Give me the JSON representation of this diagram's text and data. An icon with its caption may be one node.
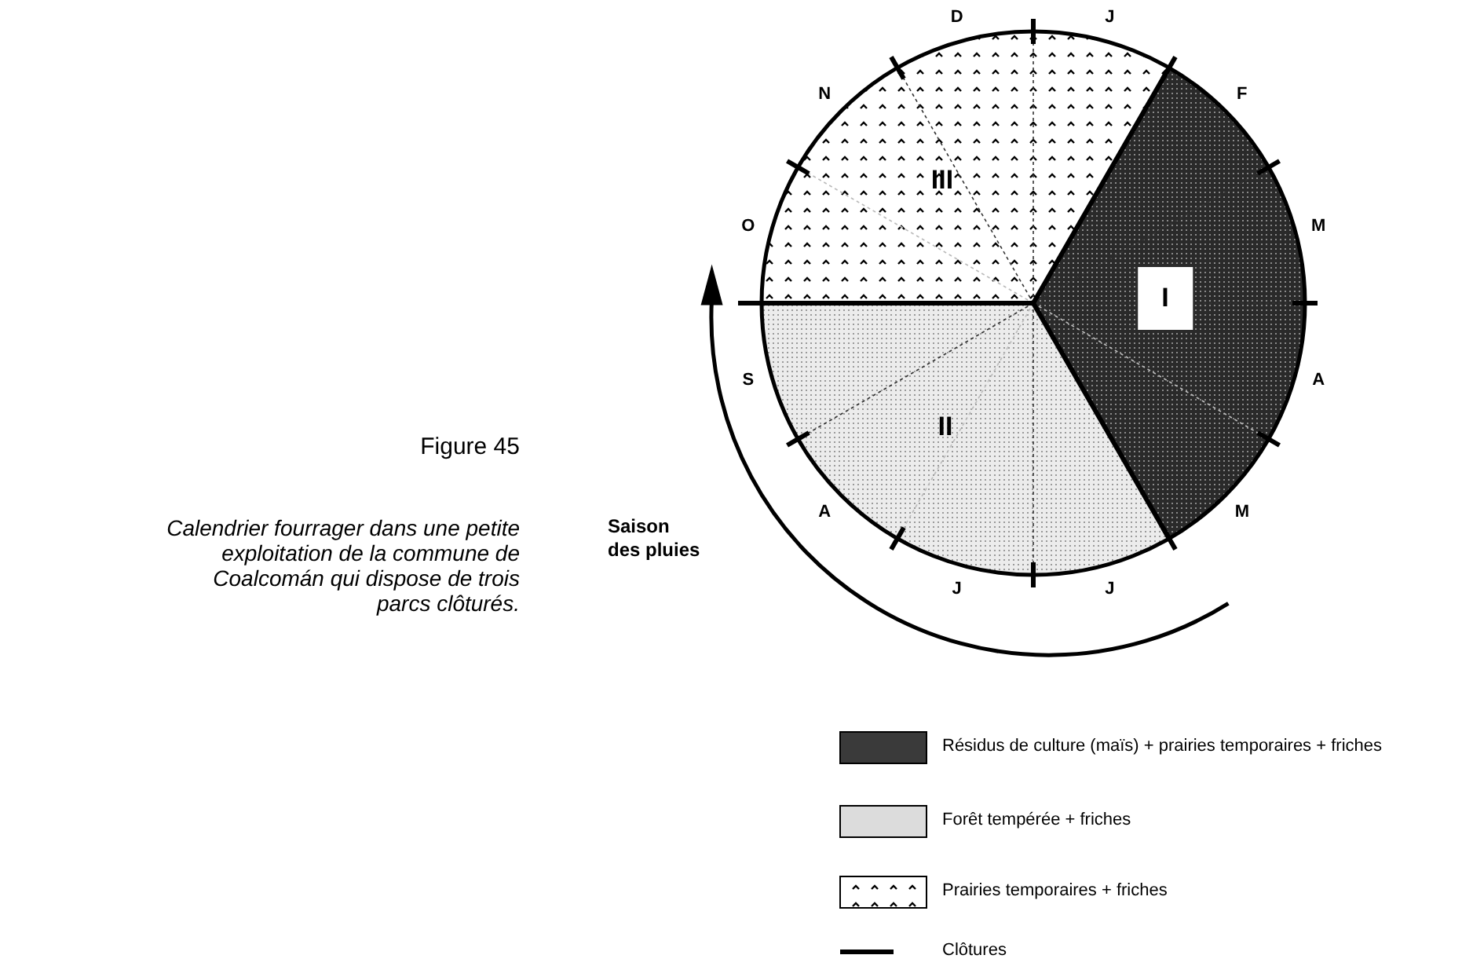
{
  "diagram": {
    "title": "Figure 45",
    "caption": "Calendrier fourrager dans une petite exploitation de la commune de Coalcomán qui dispose de trois parcs clôturés.",
    "nodes": [
      {
        "text": [
          "III"
        ]
      },
      {
        "text": [
          "I"
        ]
      },
      {
        "text": [
          "II"
        ]
      }
    ],
    "labels": [
      "J",
      "F",
      "M",
      "A",
      "M",
      "J",
      "J",
      "A",
      "S",
      "O",
      "N",
      "D",
      "Saison des pluies"
    ],
    "legend": [
      {
        "text": "Résidus de culture (maïs) + prairies temporaires + friches",
        "color": "#3a3a3a"
      },
      {
        "text": "Forêt  tempérée + friches",
        "color": "#dcdcdc"
      },
      {
        "text": "Prairies temporaires + friches"
      },
      {
        "text": "Clôtures"
      }
    ]
  }
}
